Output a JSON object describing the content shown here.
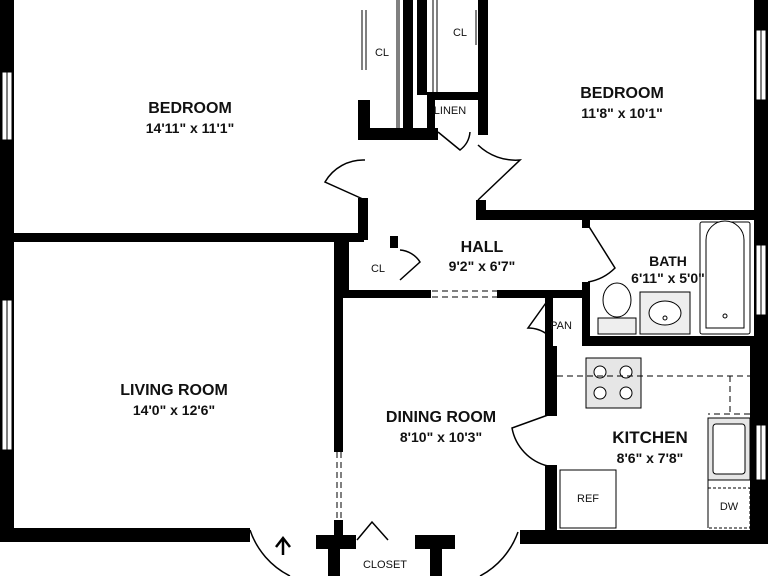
{
  "rooms": {
    "bedroom_left": {
      "name": "BEDROOM",
      "dims": "14'11\" x 11'1\""
    },
    "bedroom_right": {
      "name": "BEDROOM",
      "dims": "11'8\" x 10'1\""
    },
    "hall": {
      "name": "HALL",
      "dims": "9'2\" x 6'7\""
    },
    "bath": {
      "name": "BATH",
      "dims": "6'11\" x 5'0\""
    },
    "living": {
      "name": "LIVING ROOM",
      "dims": "14'0\" x 12'6\""
    },
    "dining": {
      "name": "DINING ROOM",
      "dims": "8'10\" x 10'3\""
    },
    "kitchen": {
      "name": "KITCHEN",
      "dims": "8'6\" x 7'8\""
    }
  },
  "labels": {
    "cl_bedroom_left": "CL",
    "cl_bedroom_right": "CL",
    "linen": "LINEN",
    "cl_hall": "CL",
    "pantry": "PAN",
    "ref": "REF",
    "dw": "DW",
    "closet": "CLOSET"
  },
  "colors": {
    "wall": "#000000",
    "line": "#222222",
    "fixture": "#dddddd"
  }
}
